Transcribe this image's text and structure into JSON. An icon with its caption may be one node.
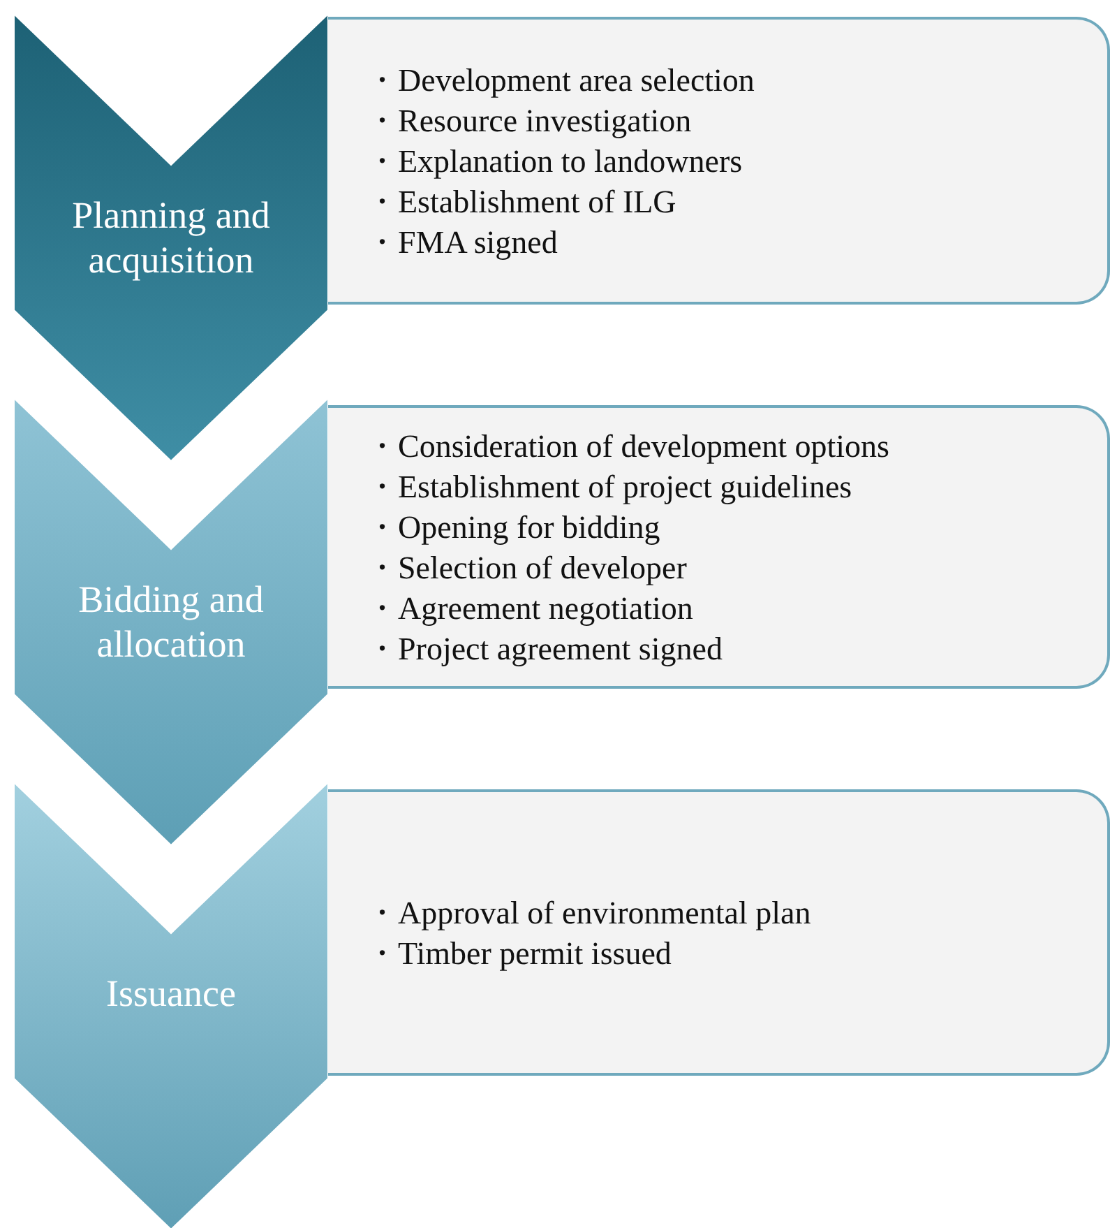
{
  "diagram": {
    "nodes": [
      {
        "text": [
          "Planning and acquisition"
        ]
      },
      {
        "text": [
          "・Development area selection",
          "・Resource investigation",
          "・Explanation to landowners",
          "・Establishment of ILG",
          "・FMA signed"
        ]
      },
      {
        "text": [
          "Bidding and allocation"
        ]
      },
      {
        "text": [
          "・Consideration of development options",
          "・Establishment of project guidelines",
          "・Opening for bidding",
          "・Selection of developer",
          "・Agreement negotiation",
          "・Project agreement signed"
        ]
      },
      {
        "text": [
          "Issuance"
        ]
      },
      {
        "text": [
          "・Approval of environmental plan",
          "・Timber permit issued"
        ]
      }
    ]
  }
}
